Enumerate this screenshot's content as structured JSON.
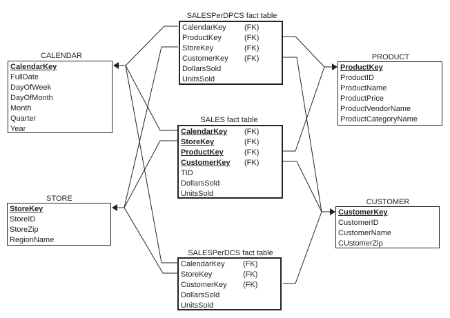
{
  "entities": {
    "calendar": {
      "title": "CALENDAR",
      "attrs": [
        "CalendarKey",
        "FullDate",
        "DayOfWeek",
        "DayOfMonth",
        "Month",
        "Quarter",
        "Year"
      ],
      "fk": []
    },
    "store": {
      "title": "STORE",
      "attrs": [
        "StoreKey",
        "StoreID",
        "StoreZip",
        "RegionName"
      ],
      "fk": []
    },
    "product": {
      "title": "PRODUCT",
      "attrs": [
        "ProductKey",
        "ProductID",
        "ProductName",
        "ProductPrice",
        "ProductVendorName",
        "ProductCategoryName"
      ],
      "fk": []
    },
    "customer": {
      "title": "CUSTOMER",
      "attrs": [
        "CustomerKey",
        "CustomerID",
        "CustomerName",
        "CUstomerZip"
      ],
      "fk": []
    },
    "salesperdpcs": {
      "title": "SALESPerDPCS fact table",
      "attrs": [
        "CalendarKey",
        "ProductKey",
        "StoreKey",
        "CustomerKey",
        "DollarsSold",
        "UnitsSold"
      ],
      "fk": [
        "(FK)",
        "(FK)",
        "(FK)",
        "(FK)",
        "",
        ""
      ]
    },
    "sales": {
      "title": "SALES fact table",
      "attrs": [
        "CalendarKey",
        "StoreKey",
        "ProductKey",
        "CustomerKey",
        "TID",
        "DollarsSold",
        "UnitsSold"
      ],
      "fk": [
        "(FK)",
        "(FK)",
        "(FK)",
        "(FK)",
        "",
        "",
        ""
      ]
    },
    "salesperdcs": {
      "title": "SALESPerDCS fact table",
      "attrs": [
        "CalendarKey",
        "StoreKey",
        "CustomerKey",
        "DollarsSold",
        "UnitsSold"
      ],
      "fk": [
        "(FK)",
        "(FK)",
        "(FK)",
        "",
        ""
      ]
    }
  },
  "relationships": [
    {
      "from": "SALESPerDPCS.CalendarKey",
      "to": "CALENDAR.CalendarKey"
    },
    {
      "from": "SALESPerDPCS.StoreKey",
      "to": "STORE.StoreKey"
    },
    {
      "from": "SALESPerDPCS.ProductKey",
      "to": "PRODUCT.ProductKey"
    },
    {
      "from": "SALESPerDPCS.CustomerKey",
      "to": "CUSTOMER.CustomerKey"
    },
    {
      "from": "SALES.CalendarKey",
      "to": "CALENDAR.CalendarKey"
    },
    {
      "from": "SALES.StoreKey",
      "to": "STORE.StoreKey"
    },
    {
      "from": "SALES.ProductKey",
      "to": "PRODUCT.ProductKey"
    },
    {
      "from": "SALES.CustomerKey",
      "to": "CUSTOMER.CustomerKey"
    },
    {
      "from": "SALESPerDCS.CalendarKey",
      "to": "CALENDAR.CalendarKey"
    },
    {
      "from": "SALESPerDCS.StoreKey",
      "to": "STORE.StoreKey"
    },
    {
      "from": "SALESPerDCS.CustomerKey",
      "to": "CUSTOMER.CustomerKey"
    }
  ]
}
